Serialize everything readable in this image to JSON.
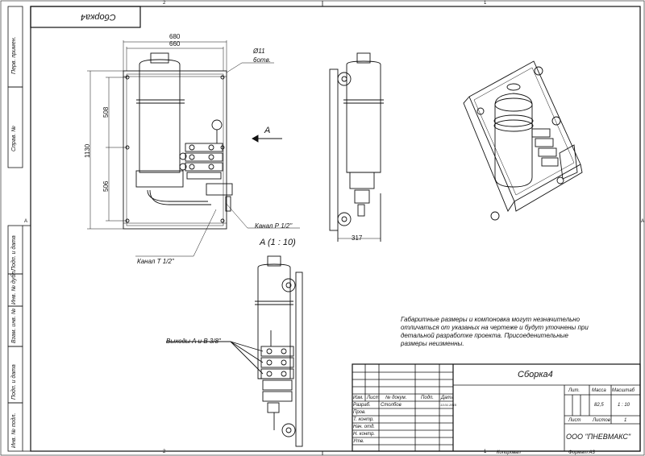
{
  "sheet": {
    "stamp_title": "Сборка4",
    "zone_top_left": "2",
    "zone_top_right": "1",
    "zone_bottom_left": "2",
    "zone_bottom_right": "1",
    "zone_side_a": "A",
    "zone_side_a_right": "A"
  },
  "margin_boxes": {
    "perv_primen": "Перв. примен.",
    "sprav_no": "Справ. №",
    "podp_data_1": "Подп. и дата",
    "inv_dubl": "Инв. № дубл.",
    "vzam_inv": "Взам. инв. №",
    "podp_data_2": "Подп. и дата",
    "inv_podl": "Инв. № подл."
  },
  "dimensions": {
    "width_680": "680",
    "width_660": "660",
    "hole": "Ø11",
    "holes_count": "6отв.",
    "height_1130": "1130",
    "height_508": "508",
    "height_506": "506",
    "depth_317": "317"
  },
  "callouts": {
    "view_arrow": "A",
    "kanal_p": "Канал Р 1/2\"",
    "kanal_t": "Канал Т 1/2\"",
    "view_a_title": "A (1 : 10)",
    "outputs": "Выходы А и В 3/8\""
  },
  "note": {
    "line1": "Габаритные размеры и компоновка могут незначительно",
    "line2": "отличаться от указаных на чертеже и будут уточнены при",
    "line3": "детальной разработке проекта. Присоеденительные",
    "line4": "размеры неизменны."
  },
  "title_block": {
    "doc_title": "Сборка4",
    "lit_label": "Лит.",
    "massa_label": "Масса",
    "masshtab_label": "Масштаб",
    "massa_value": "82,5",
    "masshtab_value": "1 : 10",
    "list_label": "Лист",
    "listov_label": "Листов",
    "listov_value": "1",
    "company": "ООО \"ПНЕВМАКС\"",
    "izm": "Изм.",
    "list": "Лист",
    "no_dokum": "№ докум.",
    "podp": "Подп.",
    "data": "Дата",
    "razrab": "Разраб.",
    "razrab_name": "Столбов",
    "razrab_date": "13.01.2015",
    "prov": "Пров.",
    "t_kontr": "Т. контр.",
    "nach_otd": "Нач. отд.",
    "n_kontr": "Н. контр.",
    "utv": "Утв.",
    "kopiroval": "Копировал",
    "format": "Формат А3"
  }
}
